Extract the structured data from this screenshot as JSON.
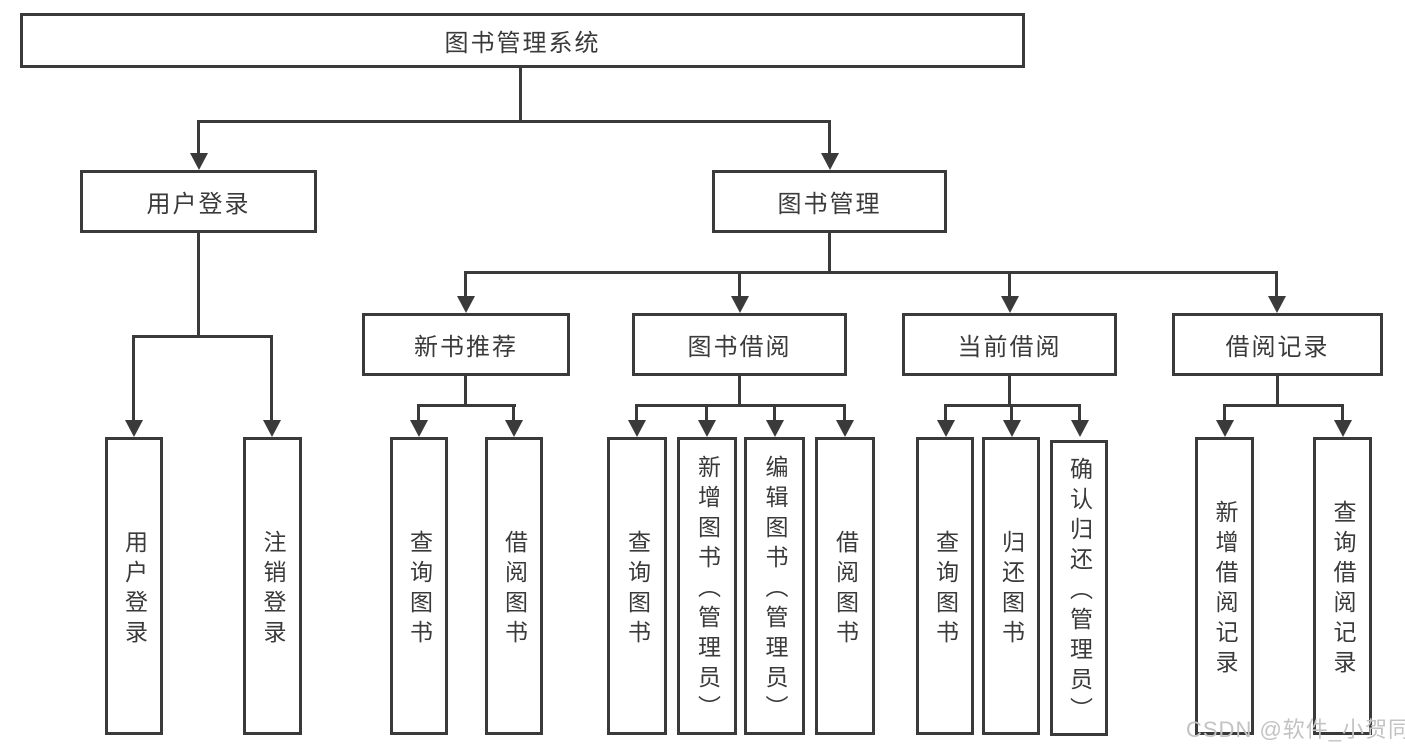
{
  "diagram_title": "图书管理系统",
  "colors": {
    "line": "#3a3a3a",
    "box_border": "#3a3a3a",
    "text": "#3a3a3a",
    "background": "#ffffff",
    "watermark": "#c3c3c3"
  },
  "tree": {
    "root": {
      "label": "图书管理系统",
      "children": [
        {
          "label": "用户登录",
          "children": [
            {
              "label": "用户登录"
            },
            {
              "label": "注销登录"
            }
          ]
        },
        {
          "label": "图书管理",
          "children": [
            {
              "label": "新书推荐",
              "children": [
                {
                  "label": "查询图书"
                },
                {
                  "label": "借阅图书"
                }
              ]
            },
            {
              "label": "图书借阅",
              "children": [
                {
                  "label": "查询图书"
                },
                {
                  "label": "新增图书（管理员）"
                },
                {
                  "label": "编辑图书（管理员）"
                },
                {
                  "label": "借阅图书"
                }
              ]
            },
            {
              "label": "当前借阅",
              "children": [
                {
                  "label": "查询图书"
                },
                {
                  "label": "归还图书"
                },
                {
                  "label": "确认归还（管理员）"
                }
              ]
            },
            {
              "label": "借阅记录",
              "children": [
                {
                  "label": "新增借阅记录"
                },
                {
                  "label": "查询借阅记录"
                }
              ]
            }
          ]
        }
      ]
    }
  },
  "watermark": {
    "text": "CSDN @软件_小贺同学"
  }
}
